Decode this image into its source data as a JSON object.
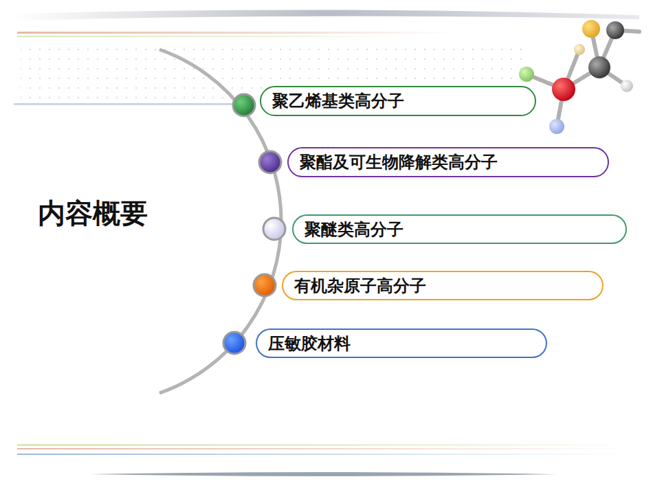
{
  "diagram": {
    "nodes": [
      {
        "text": [
          "聚乙烯基类高分子"
        ]
      },
      {
        "text": [
          "聚酯及可生物降解类高分子"
        ]
      },
      {
        "text": [
          "聚醚类高分子"
        ]
      },
      {
        "text": [
          "有机杂原子高分子"
        ]
      },
      {
        "text": [
          "压敏胶材料"
        ]
      }
    ],
    "labels": [
      "内容概要"
    ]
  }
}
